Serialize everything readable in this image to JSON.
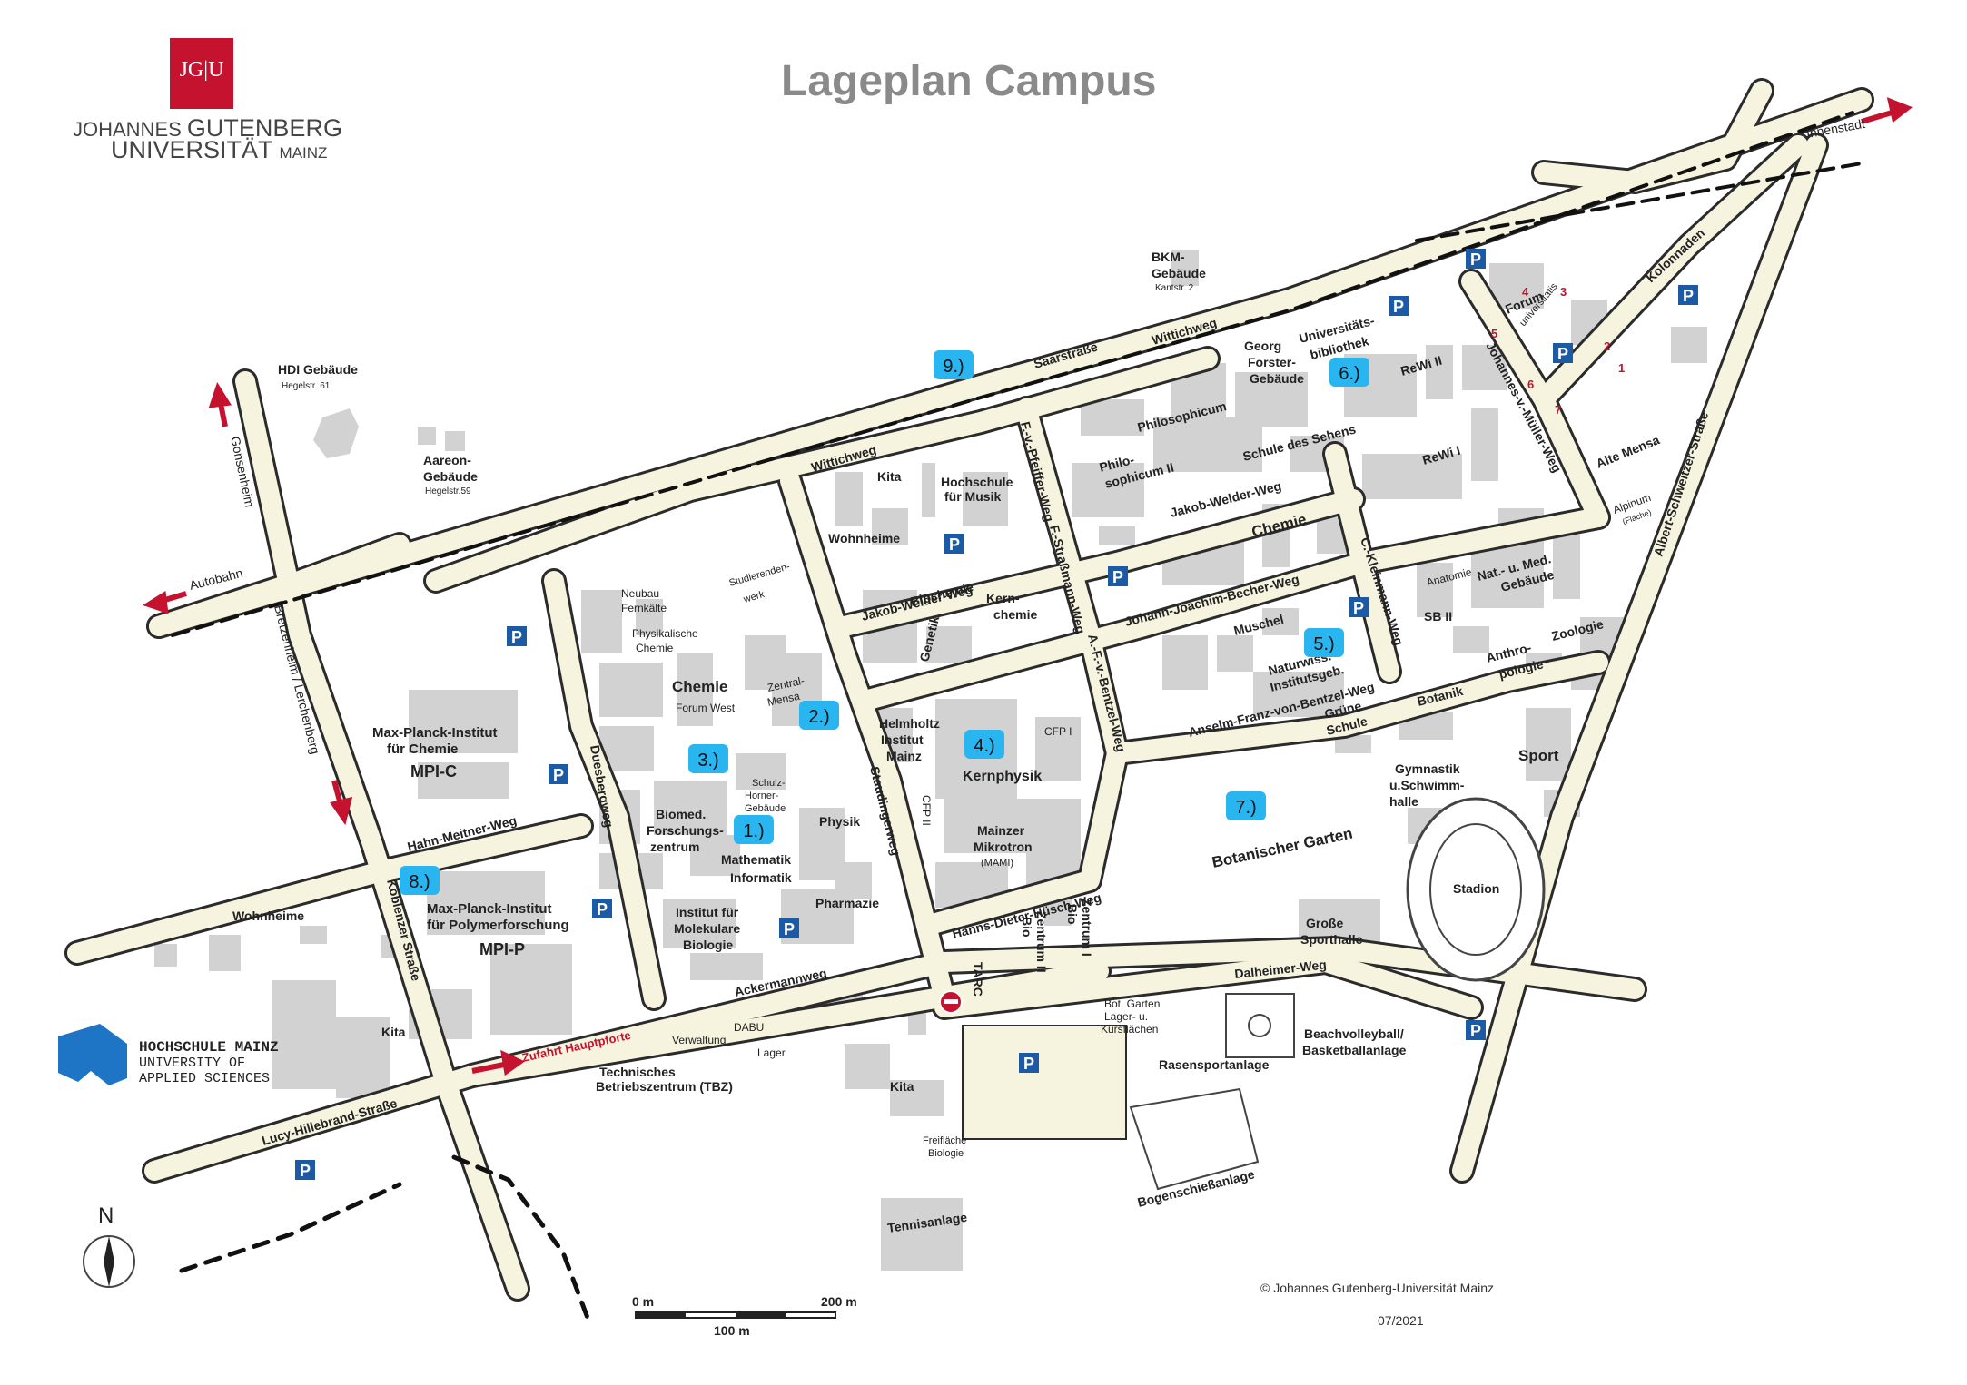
{
  "header": {
    "title": "Lageplan Campus",
    "logo_letters": "JG|U",
    "logo_line1_prefix": "JOHANNES ",
    "logo_line1_big": "GUTENBERG",
    "logo_line2_big": "UNIVERSITÄT ",
    "logo_line2_small": "MAINZ"
  },
  "hochschule": {
    "line1": "HOCHSCHULE MAINZ",
    "line2": "UNIVERSITY OF",
    "line3": "APPLIED SCIENCES"
  },
  "footer": {
    "copyright": "© Johannes Gutenberg-Universität Mainz",
    "date": "07/2021"
  },
  "scale": {
    "start": "0 m",
    "end": "200 m",
    "mid": "100 m"
  },
  "compass": {
    "north": "N"
  },
  "colors": {
    "road": "#f6f4df",
    "road_edge": "#2b2b2b",
    "building": "#d2d2d2",
    "marker": "#29b6f0",
    "parking": "#1c5aa6",
    "arrow": "#c4122f",
    "title": "#8a8a8a"
  },
  "markers": [
    "1.)",
    "2.)",
    "3.)",
    "4.)",
    "5.)",
    "6.)",
    "7.)",
    "8.)",
    "9.)"
  ],
  "parking_letter": "P",
  "directions": {
    "innenstadt": "Innenstadt",
    "autobahn": "Autobahn",
    "gonsenheim": "Gonsenheim",
    "bretzenheim": "Bretzenheim / Lerchenberg"
  },
  "streets": {
    "saarstrasse": "Saarstraße",
    "wittichweg_1": "Wittichweg",
    "wittichweg_2": "Wittichweg",
    "jakob_welder_weg_1": "Jakob-Welder-Weg",
    "jakob_welder_weg_2": "Jakob-Welder-Weg",
    "johann_joachim_becher_weg": "Johann-Joachim-Becher-Weg",
    "anselm_franz": "Anselm-Franz-von-Bentzel-Weg",
    "hanns_dieter": "Hanns-Dieter-Hüsch-Weg",
    "ackermannweg": "Ackermannweg",
    "dalheimer_weg": "Dalheimer-Weg",
    "lucy_hillebrand": "Lucy-Hillebrand-Straße",
    "hahn_meitner": "Hahn-Meitner-Weg",
    "koblenzer": "Koblenzer Straße",
    "duesbergweg": "Duesbergweg",
    "staudingerweg": "Staudingerweg",
    "pfeiffer_weg": "F.-v.-Pfeiffer-Weg",
    "strassmann_weg": "F.-Straßmann-Weg",
    "bentzel_weg": "A.-F.-v.-Bentzel-Weg",
    "kleinmann_weg": "C.-Kleinmann-Weg",
    "mueller_weg": "Johannes-v.-Müller-Weg",
    "albert_schweitzer": "Albert-Schweitzer-Straße",
    "kolonnaden": "Kolonnaden",
    "zufahrt": "Zufahrt Hauptpforte"
  },
  "labels": {
    "hdi": "HDI Gebäude",
    "hdi_addr": "Hegelstr. 61",
    "aareon": "Aareon-",
    "aareon2": "Gebäude",
    "aareon_addr": "Hegelstr.59",
    "bkm": "BKM-",
    "bkm2": "Gebäude",
    "bkm_addr": "Kantstr. 2",
    "neubau": "Neubau",
    "fernkaelte": "Fernkälte",
    "phys_chemie": "Physikalische",
    "phys_chemie2": "Chemie",
    "studierendenwerk": "Studierenden-",
    "studierendenwerk2": "werk",
    "chemie": "Chemie",
    "forum_west": "Forum West",
    "zentralmensa": "Zentral-",
    "zentralmensa2": "Mensa",
    "schulz": "Schulz-",
    "schulz2": "Horner-",
    "schulz3": "Gebäude",
    "biomed": "Biomed.",
    "biomed2": "Forschungs-",
    "biomed3": "zentrum",
    "mathematik": "Mathematik",
    "physik": "Physik",
    "informatik": "Informatik",
    "pharmazie": "Pharmazie",
    "imb": "Institut für",
    "imb2": "Molekulare",
    "imb3": "Biologie",
    "mpic": "Max-Planck-Institut",
    "mpic2": "für Chemie",
    "mpic3": "MPI-C",
    "mpip": "Max-Planck-Institut",
    "mpip2": "für Polymerforschung",
    "mpip3": "MPI-P",
    "wohnheime_w": "Wohnheime",
    "kita_w": "Kita",
    "kita_n": "Kita",
    "kita_s": "Kita",
    "wohnheime_n": "Wohnheime",
    "hochschule_musik": "Hochschule",
    "hochschule_musik2": "für Musik",
    "biochemie": "Biochemie",
    "genetik": "Genetik",
    "kernchemie": "Kern-",
    "kernchemie2": "chemie",
    "helmholtz": "Helmholtz",
    "helmholtz2": "Institut",
    "helmholtz3": "Mainz",
    "kernphysik": "Kernphysik",
    "cfp1": "CFP I",
    "cfp2": "CFP II",
    "mami": "Mainzer",
    "mami2": "Mikrotron",
    "mami3": "(MAMI)",
    "bio1": "Bio",
    "bio1b": "Zentrum I",
    "bio2": "Bio",
    "bio2b": "Zentrum II",
    "tarc": "TARC",
    "philosophicum": "Philosophicum",
    "philosophicum2": "Philo-",
    "philosophicum2b": "sophicum II",
    "georg_forster": "Georg",
    "georg_forster2": "Forster-",
    "georg_forster3": "Gebäude",
    "ub": "Universitäts-",
    "ub2": "bibliothek",
    "rewi2": "ReWi II",
    "rewi1": "ReWi I",
    "schule_sehens": "Schule des Sehens",
    "chemie_ost": "Chemie",
    "anatomie": "Anatomie",
    "sb2": "SB II",
    "nat_med": "Nat.- u. Med.",
    "nat_med2": "Gebäude",
    "muschel": "Muschel",
    "nawi": "Naturwiss.",
    "nawi2": "Institutsgeb.",
    "alte_mensa": "Alte Mensa",
    "alpinum": "Alpinum",
    "alpinum2": "(Fläche)",
    "forum": "Forum",
    "forum2": "universitatis",
    "anthro": "Anthro-",
    "anthro2": "pologie",
    "zoologie": "Zoologie",
    "botanik": "Botanik",
    "gruene_schule": "Grüne",
    "gruene_schule2": "Schule",
    "sport": "Sport",
    "gymnastik": "Gymnastik",
    "gymnastik2": "u.Schwimm-",
    "gymnastik3": "halle",
    "botanischer_garten": "Botanischer Garten",
    "grosse_sporthalle": "Große",
    "grosse_sporthalle2": "Sporthalle",
    "stadion": "Stadion",
    "bot_garten_lager": "Bot. Garten",
    "bot_garten_lager2": "Lager- u.",
    "bot_garten_lager3": "Kursflächen",
    "rasensport": "Rasensportanlage",
    "beachvolleyball": "Beachvolleyball/",
    "beachvolleyball2": "Basketballanlage",
    "tbz": "Technisches",
    "tbz2": "Betriebszentrum (TBZ)",
    "verwaltung": "Verwaltung",
    "dabu": "DABU",
    "lager": "Lager",
    "freiflaeche": "Freifläche",
    "freiflaeche2": "Biologie",
    "tennis": "Tennisanlage",
    "bogenschiess": "Bogenschießanlage"
  },
  "forum_numbers": [
    "1",
    "2",
    "3",
    "4",
    "5",
    "6",
    "7"
  ]
}
